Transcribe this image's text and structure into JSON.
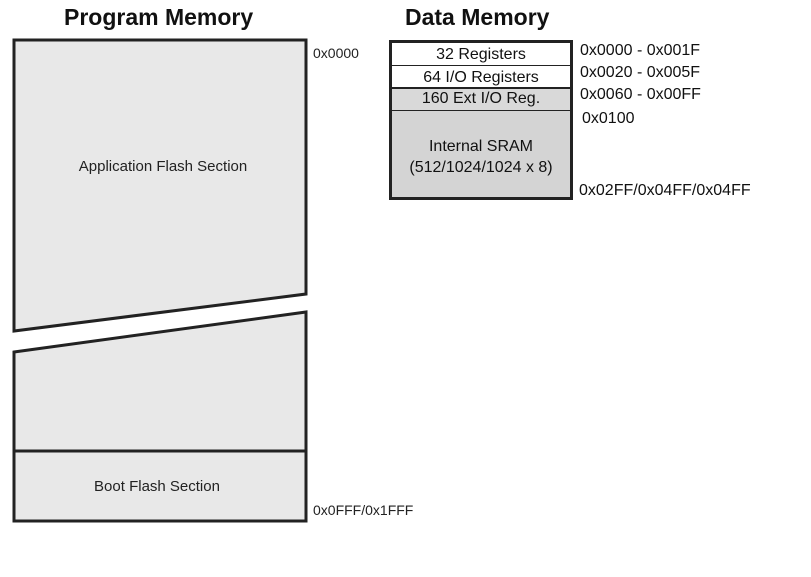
{
  "program_memory": {
    "title": "Program Memory",
    "application_section_label": "Application Flash Section",
    "boot_section_label": "Boot Flash Section",
    "start_address": "0x0000",
    "end_address": "0x0FFF/0x1FFF"
  },
  "data_memory": {
    "title": "Data Memory",
    "regions": [
      {
        "label": "32 Registers",
        "address": "0x0000 - 0x001F"
      },
      {
        "label": "64 I/O Registers",
        "address": "0x0020 - 0x005F"
      },
      {
        "label": "160 Ext I/O Reg.",
        "address": "0x0060 - 0x00FF"
      }
    ],
    "sram": {
      "label_line1": "Internal SRAM",
      "label_line2": "(512/1024/1024 x 8)",
      "start_address": "0x0100",
      "end_address": "0x02FF/0x04FF/0x04FF"
    }
  },
  "colors": {
    "block_fill": "#e8e8e8",
    "ext_io_fill": "#d9d9d9",
    "sram_fill": "#d4d4d4",
    "outline": "#222222"
  }
}
